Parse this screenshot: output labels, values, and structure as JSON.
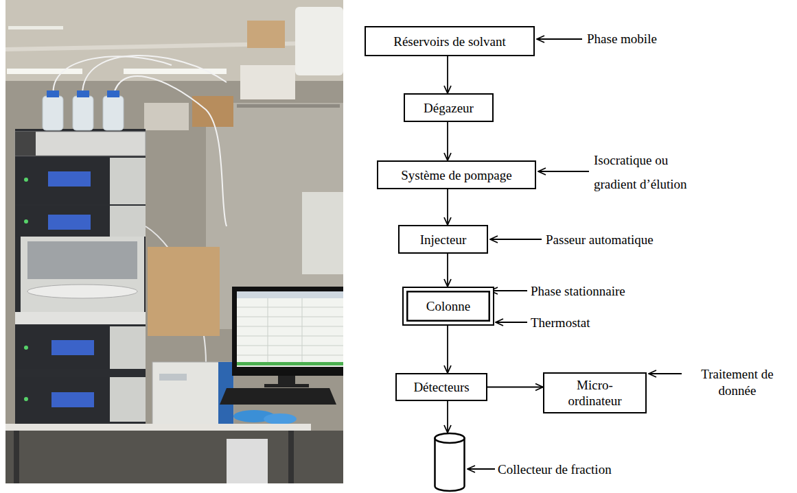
{
  "diagram": {
    "nodes": [
      {
        "text": [
          "Réservoirs de solvant"
        ]
      },
      {
        "text": [
          "Dégazeur"
        ]
      },
      {
        "text": [
          "Système de pompage"
        ]
      },
      {
        "text": [
          "Injecteur"
        ]
      },
      {
        "text": [
          "Colonne"
        ]
      },
      {
        "text": [
          "Détecteurs"
        ]
      },
      {
        "text": [
          "Micro- ordinateur"
        ]
      },
      {
        "text": [
          "Collecteur de fraction"
        ]
      }
    ],
    "edges": [
      {
        "from": 0,
        "to": 1,
        "arrow": "to"
      },
      {
        "from": 1,
        "to": 2,
        "arrow": "to"
      },
      {
        "from": 2,
        "to": 3,
        "arrow": "to"
      },
      {
        "from": 3,
        "to": 4,
        "arrow": "to"
      },
      {
        "from": 4,
        "to": 5,
        "arrow": "to"
      },
      {
        "from": 5,
        "to": 6,
        "arrow": "to"
      },
      {
        "from": 5,
        "to": 7,
        "arrow": "to"
      }
    ],
    "labels": [
      "Phase mobile",
      "Isocratique ou gradient d’élution",
      "Passeur automatique",
      "Phase stationnaire",
      "Thermostat",
      "Traitement de donnée"
    ]
  }
}
